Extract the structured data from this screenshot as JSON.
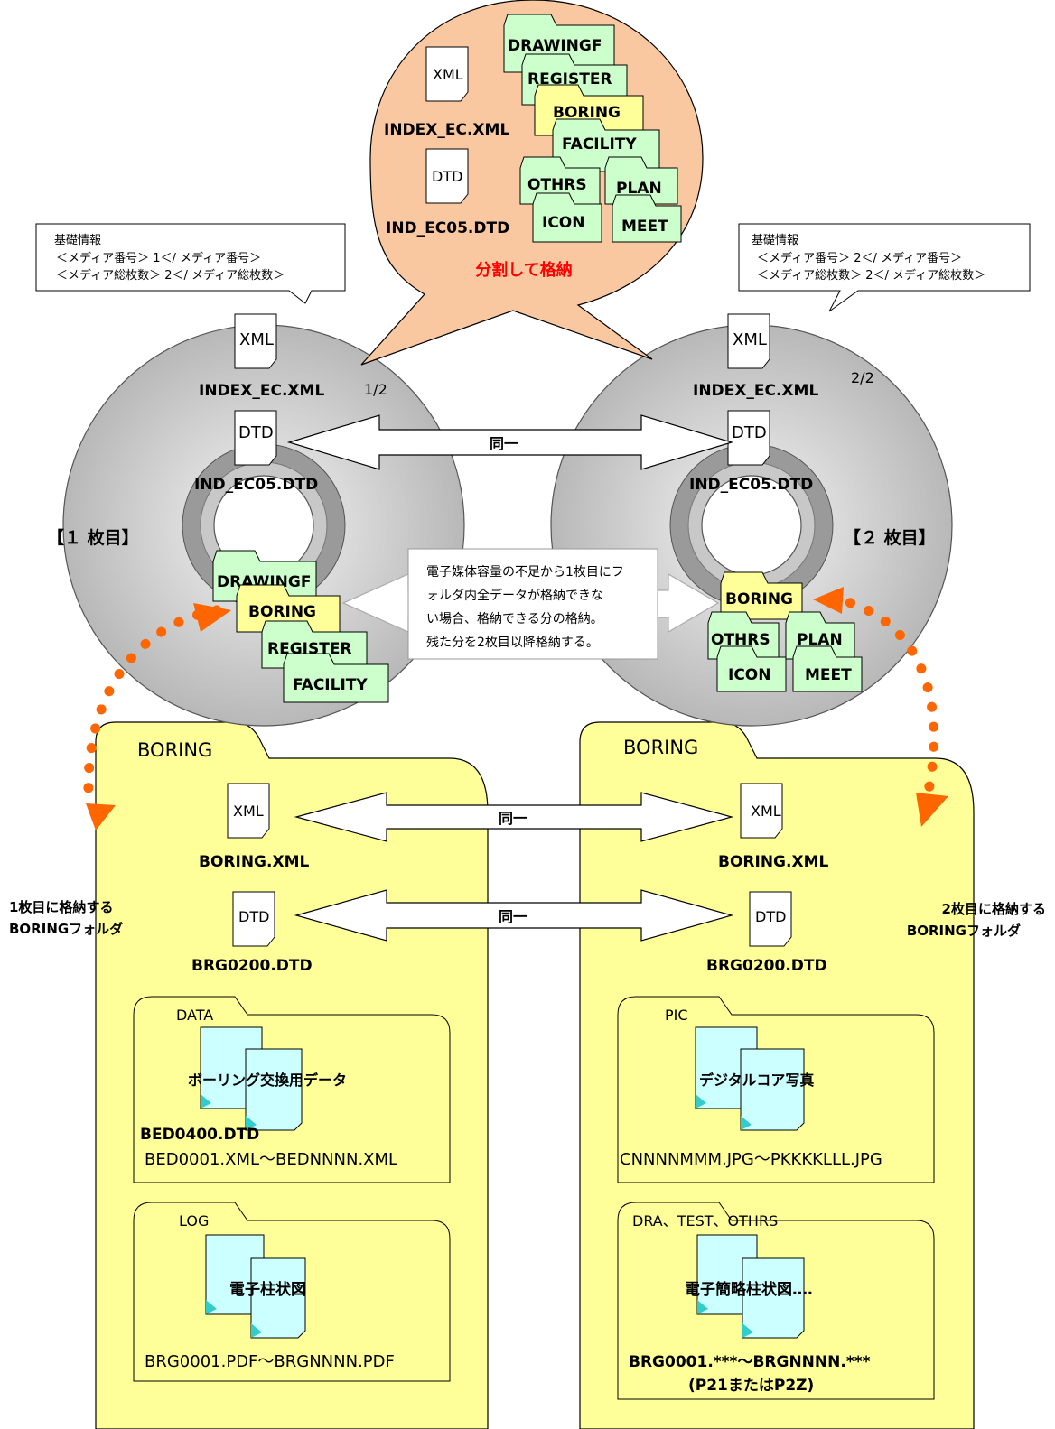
{
  "bubble": {
    "index_label": "INDEX_EC.XML",
    "dtd_label": "IND_EC05.DTD",
    "xml_icon": "XML",
    "dtd_icon": "DTD",
    "folders": [
      "DRAWINGF",
      "REGISTER",
      "BORING",
      "FACILITY",
      "OTHRS",
      "PLAN",
      "ICON",
      "MEET"
    ],
    "caption": "分割して格納"
  },
  "info_left": {
    "title": "基礎情報",
    "line1": "＜メディア番号＞ 1＜/ メディア番号＞",
    "line2": "＜メディア総枚数＞ 2＜/ メディア総枚数＞"
  },
  "info_right": {
    "title": "基礎情報",
    "line1": "＜メディア番号＞ 2＜/ メディア番号＞",
    "line2": "＜メディア総枚数＞ 2＜/ メディア総枚数＞"
  },
  "disc_left": {
    "xml_icon": "XML",
    "dtd_icon": "DTD",
    "index_label": "INDEX_EC.XML",
    "dtd_label": "IND_EC05.DTD",
    "fraction": "1/2",
    "name": "【１ 枚目】",
    "folders": [
      "DRAWINGF",
      "BORING",
      "REGISTER",
      "FACILITY"
    ]
  },
  "disc_right": {
    "xml_icon": "XML",
    "dtd_icon": "DTD",
    "index_label": "INDEX_EC.XML",
    "dtd_label": "IND_EC05.DTD",
    "fraction": "2/2",
    "name": "【２ 枚目】",
    "folders": [
      "BORING",
      "OTHRS",
      "PLAN",
      "ICON",
      "MEET"
    ]
  },
  "same_label": "同一",
  "note": {
    "line1": "電子媒体容量の不足から1枚目にフ",
    "line2": "ォルダ内全データが格納できな",
    "line3": "い場合、格納できる分の格納。",
    "line4": "残た分を2枚目以降格納する。"
  },
  "left_folder": {
    "title": "BORING",
    "xml_icon": "XML",
    "dtd_icon": "DTD",
    "xml_label": "BORING.XML",
    "dtd_label": "BRG0200.DTD",
    "side_line1": "1枚目に格納する",
    "side_line2": "BORINGフォルダ",
    "sub1": {
      "title": "DATA",
      "doc_label": "ボーリング交換用データ",
      "line1": "BED0400.DTD",
      "line2": "BED0001.XML～BEDNNNN.XML"
    },
    "sub2": {
      "title": "LOG",
      "doc_label": "電子柱状図",
      "line1": "BRG0001.PDF～BRGNNNN.PDF"
    }
  },
  "right_folder": {
    "title": "BORING",
    "xml_icon": "XML",
    "dtd_icon": "DTD",
    "xml_label": "BORING.XML",
    "dtd_label": "BRG0200.DTD",
    "side_line1": "2枚目に格納する",
    "side_line2": "BORINGフォルダ",
    "sub1": {
      "title": "PIC",
      "doc_label": "デジタルコア写真",
      "line1": "CNNNNMMM.JPG～PKKKKLLL.JPG"
    },
    "sub2": {
      "title": "DRA、TEST、OTHRS",
      "doc_label": "電子簡略柱状図‥‥",
      "line1": "BRG0001.***～BRGNNNN.***",
      "line2": "(P21またはP2Z)"
    }
  },
  "colors": {
    "bubble": "#F9C8A0",
    "green_folder": "#CCFFCC",
    "yellow_folder": "#FFFF99",
    "cyan_doc": "#CCFFFF",
    "orange": "#FF6600",
    "caption_red": "#FF0000"
  }
}
